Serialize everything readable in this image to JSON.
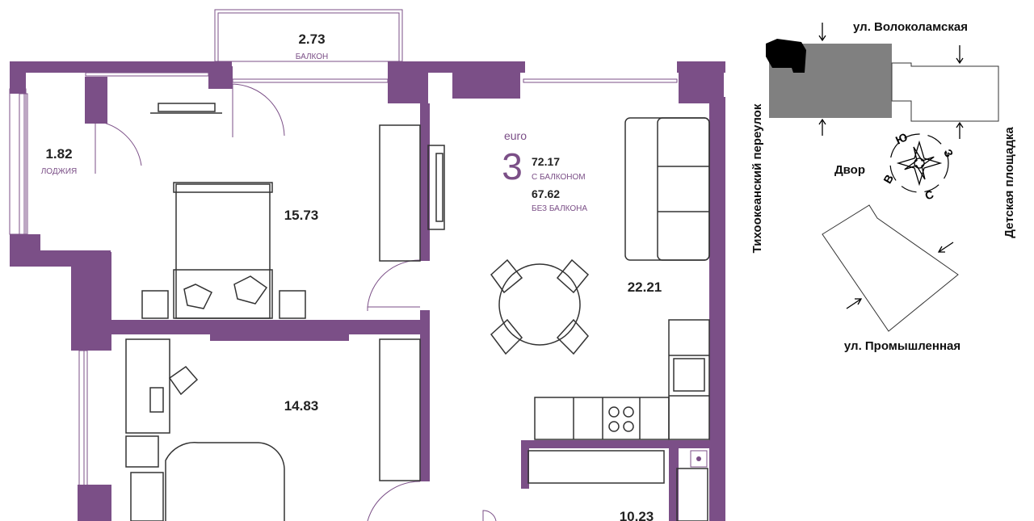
{
  "rooms": {
    "balcony": {
      "area": "2.73",
      "label": "БАЛКОН"
    },
    "loggia": {
      "area": "1.82",
      "label": "ЛОДЖИЯ"
    },
    "bedroom": {
      "area": "15.73"
    },
    "living": {
      "area": "22.21"
    },
    "room3": {
      "area": "14.83"
    },
    "hall": {
      "area": "10.23"
    }
  },
  "info": {
    "tag": "euro",
    "rooms_count": "3",
    "area_with_balcony": "72.17",
    "with_balcony_label": "С БАЛКОНОМ",
    "area_without_balcony": "67.62",
    "without_balcony_label": "БЕЗ БАЛКОНА"
  },
  "map": {
    "street_top": "ул. Волоколамская",
    "street_left": "Тихоокеанский переулок",
    "street_right": "Детская площадка",
    "yard": "Двор",
    "street_bottom": "ул. Промышленная",
    "compass": {
      "north": "С",
      "south": "Ю",
      "east": "В",
      "west": "З"
    }
  },
  "colors": {
    "wall": "#7b4f87",
    "accent": "#7b4f87",
    "building": "#808080",
    "building_dark": "#000000"
  }
}
